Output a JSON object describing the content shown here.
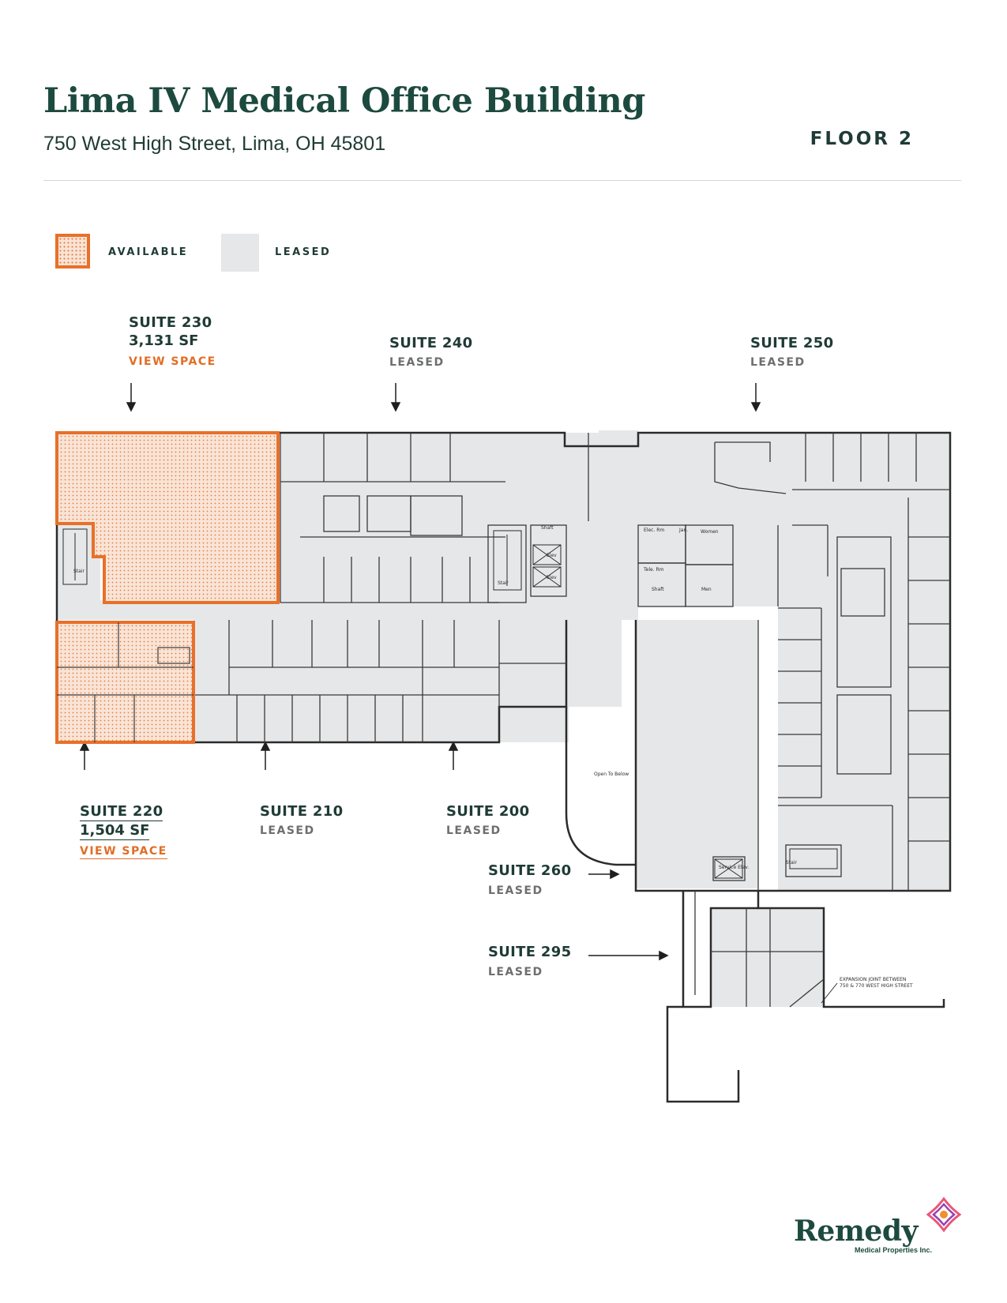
{
  "header": {
    "title": "Lima IV Medical Office Building",
    "address": "750 West High Street, Lima, OH 45801",
    "floor": "FLOOR 2"
  },
  "legend": {
    "available_label": "AVAILABLE",
    "leased_label": "LEASED",
    "available_color": "#e8702a",
    "leased_color": "#e6e7e8"
  },
  "suites": {
    "s230": {
      "name": "SUITE 230",
      "sf": "3,131 SF",
      "link": "VIEW SPACE"
    },
    "s240": {
      "name": "SUITE 240",
      "status": "LEASED"
    },
    "s250": {
      "name": "SUITE 250",
      "status": "LEASED"
    },
    "s220": {
      "name": "SUITE 220",
      "sf": "1,504 SF",
      "link": "VIEW SPACE"
    },
    "s210": {
      "name": "SUITE 210",
      "status": "LEASED"
    },
    "s200": {
      "name": "SUITE 200",
      "status": "LEASED"
    },
    "s260": {
      "name": "SUITE 260",
      "status": "LEASED"
    },
    "s295": {
      "name": "SUITE 295",
      "status": "LEASED"
    }
  },
  "plan_labels": {
    "stair": "Stair",
    "shaft": "Shaft",
    "elev": "Elev",
    "elec_rm": "Elec. Rm",
    "jan": "Jan.",
    "women": "Women",
    "tele_rm": "Tele. Rm",
    "men": "Men",
    "open_to_below": "Open To Below",
    "service_elev": "Service Elev.",
    "expansion_joint_1": "EXPANSION JOINT BETWEEN",
    "expansion_joint_2": "750 & 770 WEST HIGH STREET"
  },
  "brand": {
    "name": "Remedy",
    "sub": "Medical Properties Inc."
  }
}
